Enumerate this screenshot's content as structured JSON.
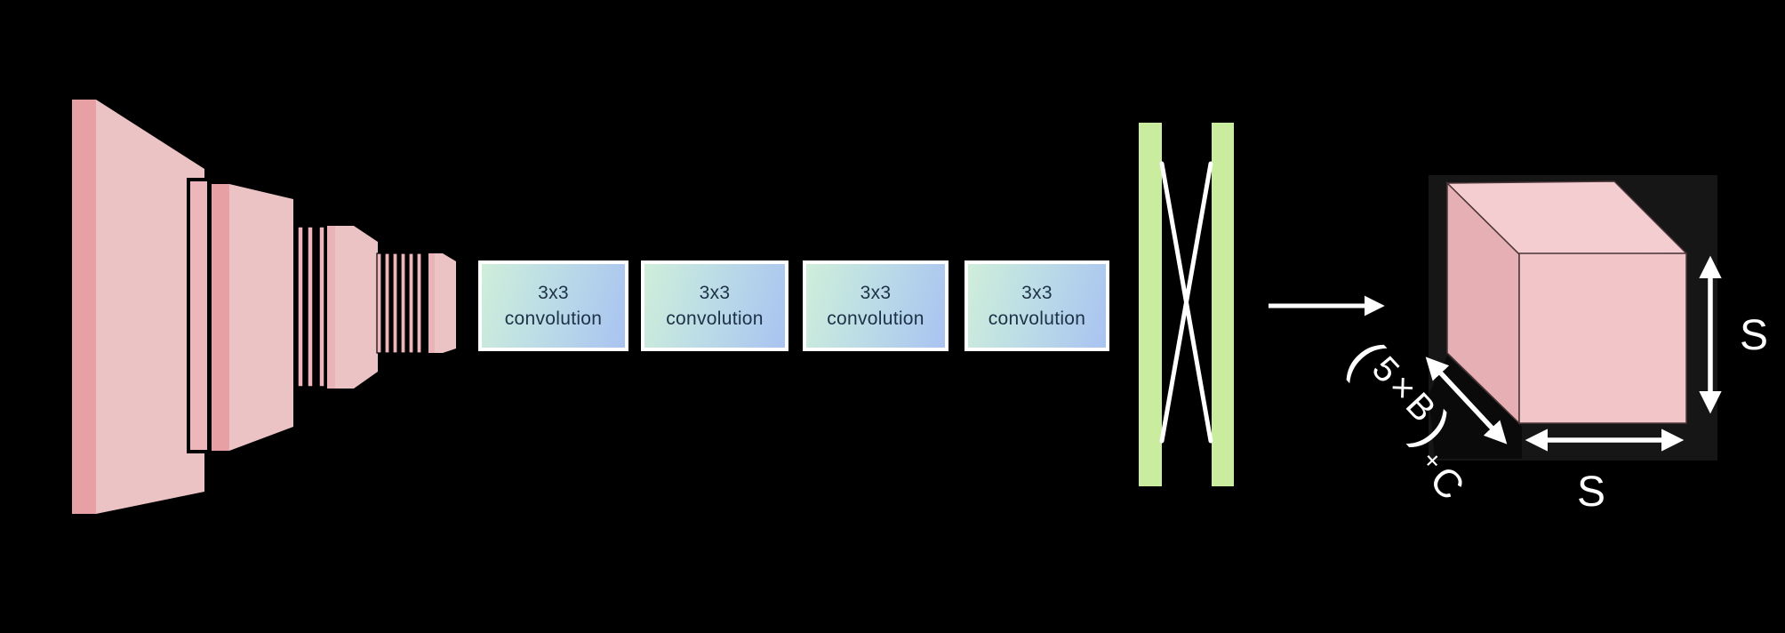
{
  "diagram_kind": "cnn-architecture",
  "conv_boxes": [
    {
      "line1": "3x3",
      "line2": "convolution"
    },
    {
      "line1": "3x3",
      "line2": "convolution"
    },
    {
      "line1": "3x3",
      "line2": "convolution"
    },
    {
      "line1": "3x3",
      "line2": "convolution"
    }
  ],
  "output_tensor": {
    "height_label": "S",
    "width_label": "S",
    "depth_label": {
      "open": "(",
      "body": "5×B",
      "close": ")",
      "plus": "+",
      "c": "C"
    }
  },
  "colors": {
    "background": "#000000",
    "feature_map_front": "#ecc3c5",
    "feature_map_side": "#e7a0a4",
    "thin_layer": "#edb6ba",
    "conv_box_gradient_start": "#cfeeda",
    "conv_box_gradient_end": "#a9c3f1",
    "conv_box_border": "#ffffff",
    "conv_box_text": "#1d3147",
    "fc_bar": "#c9ec9f",
    "connection_lines": "#ffffff",
    "cube_top": "#f4cdd0",
    "cube_left": "#e5afb4",
    "cube_front": "#f2c6c9",
    "cube_panel": "#161616",
    "arrows": "#ffffff"
  }
}
